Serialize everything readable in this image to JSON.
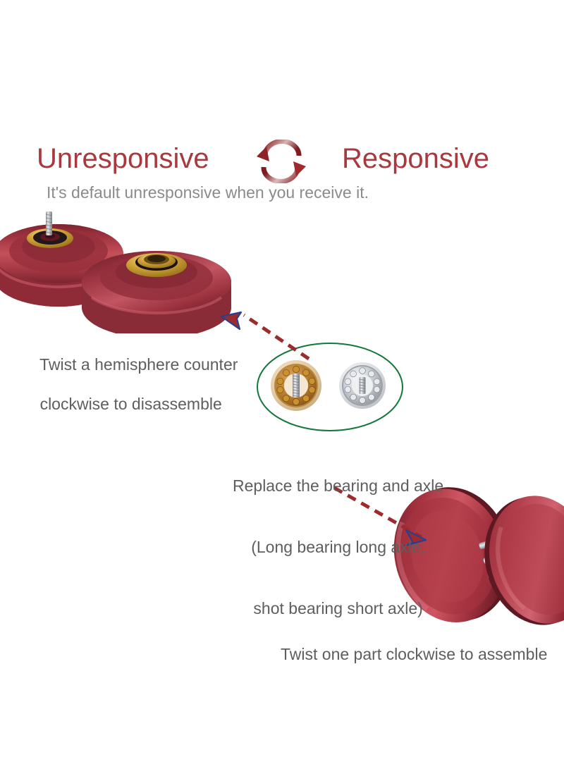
{
  "header": {
    "left_title": "Unresponsive",
    "right_title": "Responsive",
    "cycle_icon": "circular-arrows-icon",
    "subtitle": "It's default unresponsive when you receive it."
  },
  "captions": {
    "disassemble_line1": "Twist a hemisphere counter",
    "disassemble_line2": "clockwise to disassemble",
    "replace_line1": "Replace the bearing and axle",
    "replace_line2": "(Long bearing long axle,",
    "replace_line3": "shot bearing short axle)",
    "assemble": "Twist one part clockwise to assemble"
  },
  "photos": {
    "halves_alt": "two disassembled red anodized yo-yo halves",
    "bearings_alt": "gold bearing with long axle and silver bearing with short axle",
    "assembled_alt": "assembled red yo-yo viewed on its side"
  },
  "colors": {
    "title_red": "#a9393d",
    "subtitle_gray": "#8b8b8b",
    "caption_gray": "#5e5e5e",
    "arrow_red": "#9e2a2b",
    "arrow_outline_blue": "#2b3f8c",
    "callout_green": "#11773c",
    "body_red": "#a52a35",
    "body_red_dark": "#6d1d25",
    "gold": "#c9941f",
    "silver": "#c9ccd1"
  }
}
